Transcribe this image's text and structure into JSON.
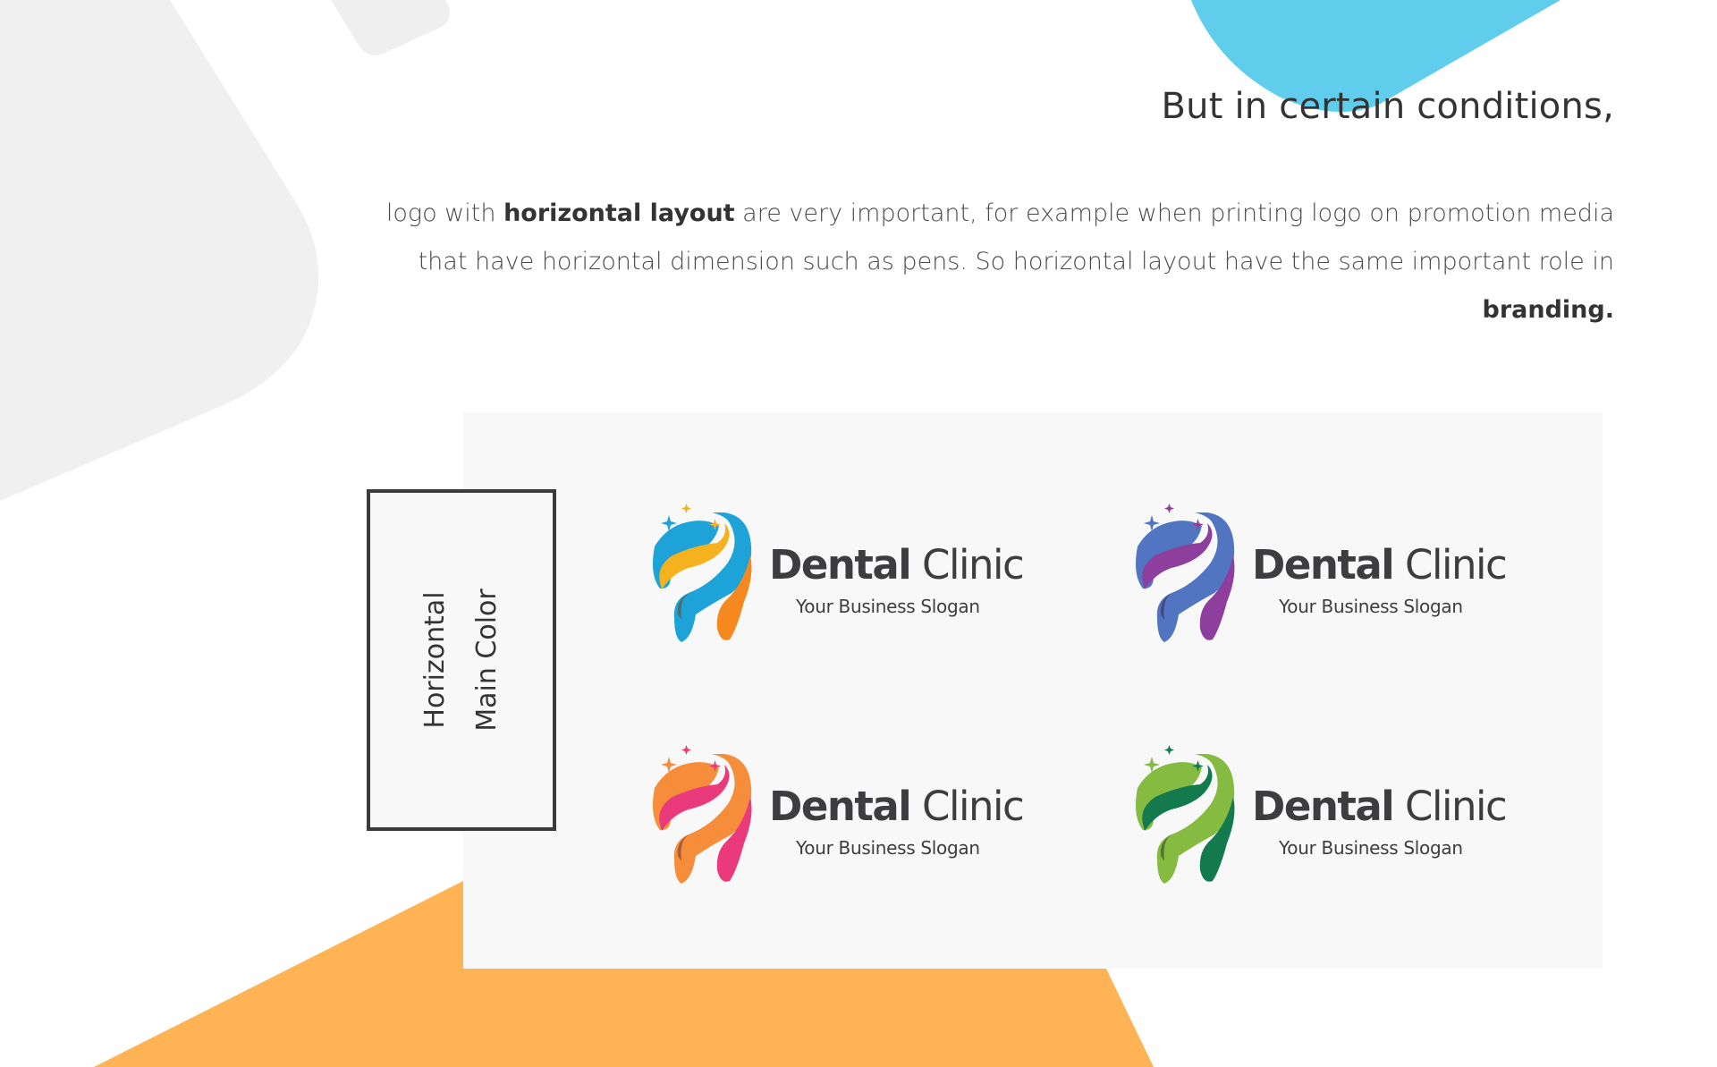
{
  "heading": "But in certain conditions,",
  "paragraph": {
    "part1": "logo with ",
    "bold1": "horizontal layout",
    "part2": " are very important, for example when printing logo on promotion media that have horizontal dimension such as pens. So horizontal layout have the same important role in ",
    "bold2": "branding."
  },
  "label_box": {
    "line1": "Horizontal",
    "line2": "Main Color"
  },
  "logos": [
    {
      "name_bold": "Dental",
      "name_regular": " Clinic",
      "slogan": "Your Business Slogan",
      "variant": "blue-yellow",
      "colors": {
        "primary": "#1ea3d8",
        "accent": "#f6b21e",
        "root": "#f5891f",
        "shade": "#6b4a2a"
      }
    },
    {
      "name_bold": "Dental",
      "name_regular": " Clinic",
      "slogan": "Your Business Slogan",
      "variant": "blue-purple",
      "colors": {
        "primary": "#5175c0",
        "accent": "#8e3e9c",
        "root": "#8e3e9c",
        "shade": "#3b2c5a"
      }
    },
    {
      "name_bold": "Dental",
      "name_regular": " Clinic",
      "slogan": "Your Business Slogan",
      "variant": "orange-pink",
      "colors": {
        "primary": "#f58d3a",
        "accent": "#ea3a7c",
        "root": "#ea3a7c",
        "shade": "#7a3a3a"
      }
    },
    {
      "name_bold": "Dental",
      "name_regular": " Clinic",
      "slogan": "Your Business Slogan",
      "variant": "green",
      "colors": {
        "primary": "#86bb42",
        "accent": "#137a4e",
        "root": "#137a4e",
        "shade": "#2f4a25"
      }
    }
  ],
  "colors": {
    "background": "#ffffff",
    "panel": "#f8f8f8",
    "gray_shape": "#f0f0f0",
    "blue_shape": "#5fcdeb",
    "orange_shape": "#feb454",
    "text": "#333333"
  }
}
